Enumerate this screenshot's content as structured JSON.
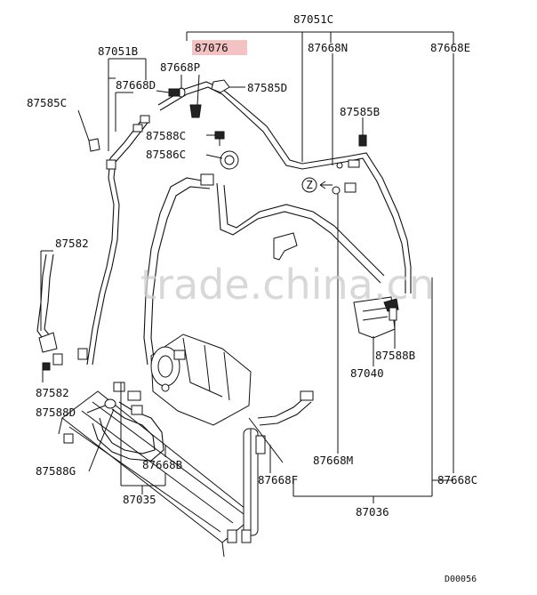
{
  "watermark": "trade.china.cn",
  "footer_code": "D00056",
  "highlight_color": "#f4c2c2",
  "labels": {
    "p87051C": "87051C",
    "p87076": "87076",
    "p87668N": "87668N",
    "p87668E": "87668E",
    "p87051B": "87051B",
    "p87668P": "87668P",
    "p87668D": "87668D",
    "p87585D": "87585D",
    "p87585C": "87585C",
    "p87585B": "87585B",
    "p87588C": "87588C",
    "p87586C": "87586C",
    "marker_z": "Z",
    "p87582a": "87582",
    "p87582b": "87582",
    "p87588D": "87588D",
    "p87588G": "87588G",
    "p87668B": "87668B",
    "p87035": "87035",
    "p87668F": "87668F",
    "p87668M": "87668M",
    "p87668C": "87668C",
    "p87036": "87036",
    "p87588B": "87588B",
    "p87040": "87040"
  }
}
